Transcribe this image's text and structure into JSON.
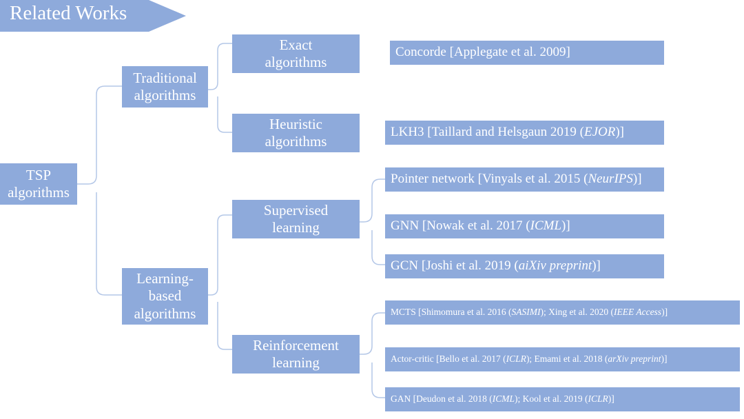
{
  "title": "Related Works",
  "colors": {
    "box_fill": "#8eaadb",
    "text": "#ffffff",
    "connector": "#b4c7e7"
  },
  "root": {
    "lines": [
      "TSP",
      "algorithms"
    ]
  },
  "categories": {
    "traditional": {
      "lines": [
        "Traditional",
        "algorithms"
      ]
    },
    "learning": {
      "lines": [
        "Learning-",
        "based",
        "algorithms"
      ]
    }
  },
  "subcategories": {
    "exact": {
      "lines": [
        "Exact",
        "algorithms"
      ]
    },
    "heuristic": {
      "lines": [
        "Heuristic",
        "algorithms"
      ]
    },
    "supervised": {
      "lines": [
        "Supervised",
        "learning"
      ]
    },
    "reinforcement": {
      "lines": [
        "Reinforcement",
        "learning"
      ]
    }
  },
  "leaves": {
    "concorde": [
      {
        "t": "Concorde [Applegate et al. 2009]"
      }
    ],
    "lkh3": [
      {
        "t": "LKH3 [Taillard and Helsgaun 2019 ("
      },
      {
        "t": "EJOR",
        "i": true
      },
      {
        "t": ")]"
      }
    ],
    "pointer": [
      {
        "t": "Pointer network [Vinyals et al. 2015 ("
      },
      {
        "t": "NeurIPS",
        "i": true
      },
      {
        "t": ")]"
      }
    ],
    "gnn": [
      {
        "t": "GNN [Nowak et al. 2017 ("
      },
      {
        "t": "ICML",
        "i": true
      },
      {
        "t": ")]"
      }
    ],
    "gcn": [
      {
        "t": "GCN [Joshi et al. 2019 ("
      },
      {
        "t": "aiXiv preprint",
        "i": true
      },
      {
        "t": ")]"
      }
    ],
    "mcts": [
      {
        "t": "MCTS [Shimomura et al. 2016 ("
      },
      {
        "t": "SASIMI",
        "i": true
      },
      {
        "t": "); Xing et al. 2020 ("
      },
      {
        "t": "IEEE Access",
        "i": true
      },
      {
        "t": ")]"
      }
    ],
    "actor": [
      {
        "t": "Actor-critic [Bello et al. 2017 ("
      },
      {
        "t": "ICLR",
        "i": true
      },
      {
        "t": "); Emami et al. 2018 ("
      },
      {
        "t": "arXiv preprint",
        "i": true
      },
      {
        "t": ")]"
      }
    ],
    "gan": [
      {
        "t": "GAN [Deudon et al. 2018 ("
      },
      {
        "t": "ICML",
        "i": true
      },
      {
        "t": "); Kool et al. 2019 ("
      },
      {
        "t": "ICLR",
        "i": true
      },
      {
        "t": ")]"
      }
    ]
  }
}
